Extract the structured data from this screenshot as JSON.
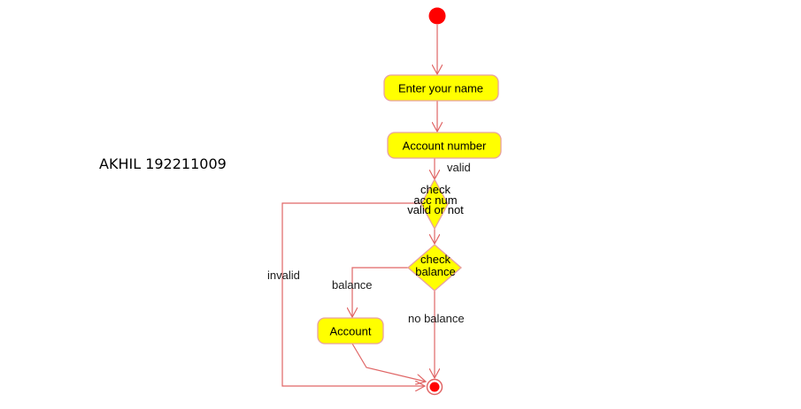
{
  "author_label": "AKHIL 192211009",
  "nodes": {
    "enter_name": "Enter your name",
    "account_number": "Account number",
    "decision_acc": [
      "check",
      "acc num",
      "valid or not"
    ],
    "decision_balance": [
      "check",
      "balance"
    ],
    "account": "Account"
  },
  "edge_labels": {
    "valid": "valid",
    "invalid": "invalid",
    "balance": "balance",
    "no_balance": "no balance"
  },
  "colors": {
    "line": "#e06666",
    "node_fill": "#ffff00",
    "node_border": "#e8a0a0",
    "start": "#ff0000"
  }
}
